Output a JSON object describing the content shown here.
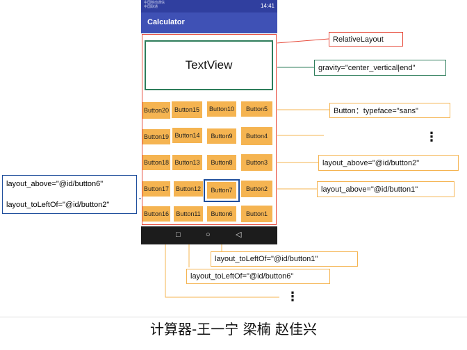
{
  "status_bar": {
    "left_text": "中国移动通信\n中国联通",
    "right_text": "14:41"
  },
  "app_bar": {
    "title": "Calculator"
  },
  "textview": {
    "label": "TextView"
  },
  "buttons": {
    "b1": "Button1",
    "b2": "Button2",
    "b3": "Button3",
    "b4": "Button4",
    "b5": "Button5",
    "b6": "Button6",
    "b7": "Button7",
    "b8": "Button8",
    "b9": "Button9",
    "b10": "Button10",
    "b11": "Button11",
    "b12": "Button12",
    "b13": "Button13",
    "b14": "Button14",
    "b15": "Button15",
    "b16": "Button16",
    "b17": "Button17",
    "b18": "Button18",
    "b19": "Button19",
    "b20": "Button20"
  },
  "nav_bar": {
    "back": "◁",
    "home": "○",
    "recents": "□"
  },
  "annotations": {
    "relative_layout": "RelativeLayout",
    "gravity": "gravity=\"center_vertical|end\"",
    "typeface": "Button：typeface=\"sans\"",
    "button3_above": "layout_above=\"@id/button2\"",
    "button2_above": "layout_above=\"@id/button1\"",
    "button7_above": "layout_above=\"@id/button6\"",
    "button7_left": "layout_toLeftOf=\"@id/button2\"",
    "button6_left": "layout_toLeftOf=\"@id/button1\"",
    "button11_left": "layout_toLeftOf=\"@id/button6\"",
    "ellipsis": "⋮"
  },
  "colors": {
    "relative_layout": "#e74c3c",
    "gravity": "#2e7d5b",
    "button_attr": "#f5b451",
    "button7": "#1f4e9c"
  },
  "footer": {
    "caption": "计算器-王一宁 梁楠  赵佳兴"
  }
}
